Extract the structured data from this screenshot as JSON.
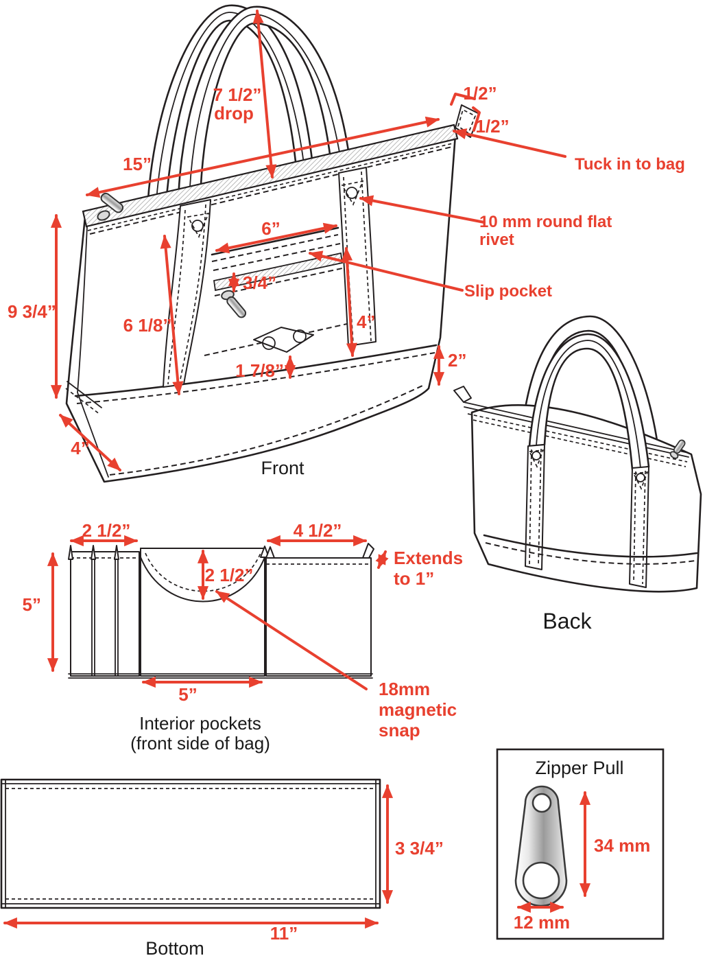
{
  "colors": {
    "accent_red": "#e8402f",
    "line_black": "#231f20"
  },
  "front_view": {
    "caption": "Front",
    "dims": {
      "handle_drop_line1": "7 1/2”",
      "handle_drop_line2": "drop",
      "opening_width": "15”",
      "tab_width": "1/2”",
      "tab_height": "1/2”",
      "tuck_note": "Tuck in to bag",
      "rivet_note_line1": "10 mm round flat",
      "rivet_note_line2": "rivet",
      "pocket_width": "6”",
      "zip_tape_height": "3/4”",
      "slip_pocket_label": "Slip pocket",
      "bag_height": "9 3/4”",
      "panel_height": "6 1/8”",
      "slip_pocket_depth": "4”",
      "patch_to_bottom": "1 7/8”",
      "contrast_band_height": "2”",
      "gusset_depth": "4”"
    }
  },
  "back_view": {
    "caption": "Back"
  },
  "interior_pockets": {
    "caption_line1": "Interior pockets",
    "caption_line2": "(front side of bag)",
    "dims": {
      "pen_pocket_width": "2 1/2”",
      "right_pocket_width": "4 1/2”",
      "pocket_height": "5”",
      "flap_depth": "2 1/2”",
      "extend_note_line1": "Extends",
      "extend_note_line2": "to 1”",
      "center_pocket_width": "5”",
      "snap_note_line1": "18mm",
      "snap_note_line2": "magnetic",
      "snap_note_line3": "snap"
    }
  },
  "bottom_panel": {
    "caption": "Bottom",
    "dims": {
      "depth": "3 3/4”",
      "width": "11”"
    }
  },
  "zipper_detail": {
    "caption": "Zipper Pull",
    "dims": {
      "pull_length": "34 mm",
      "pull_width": "12 mm"
    }
  }
}
